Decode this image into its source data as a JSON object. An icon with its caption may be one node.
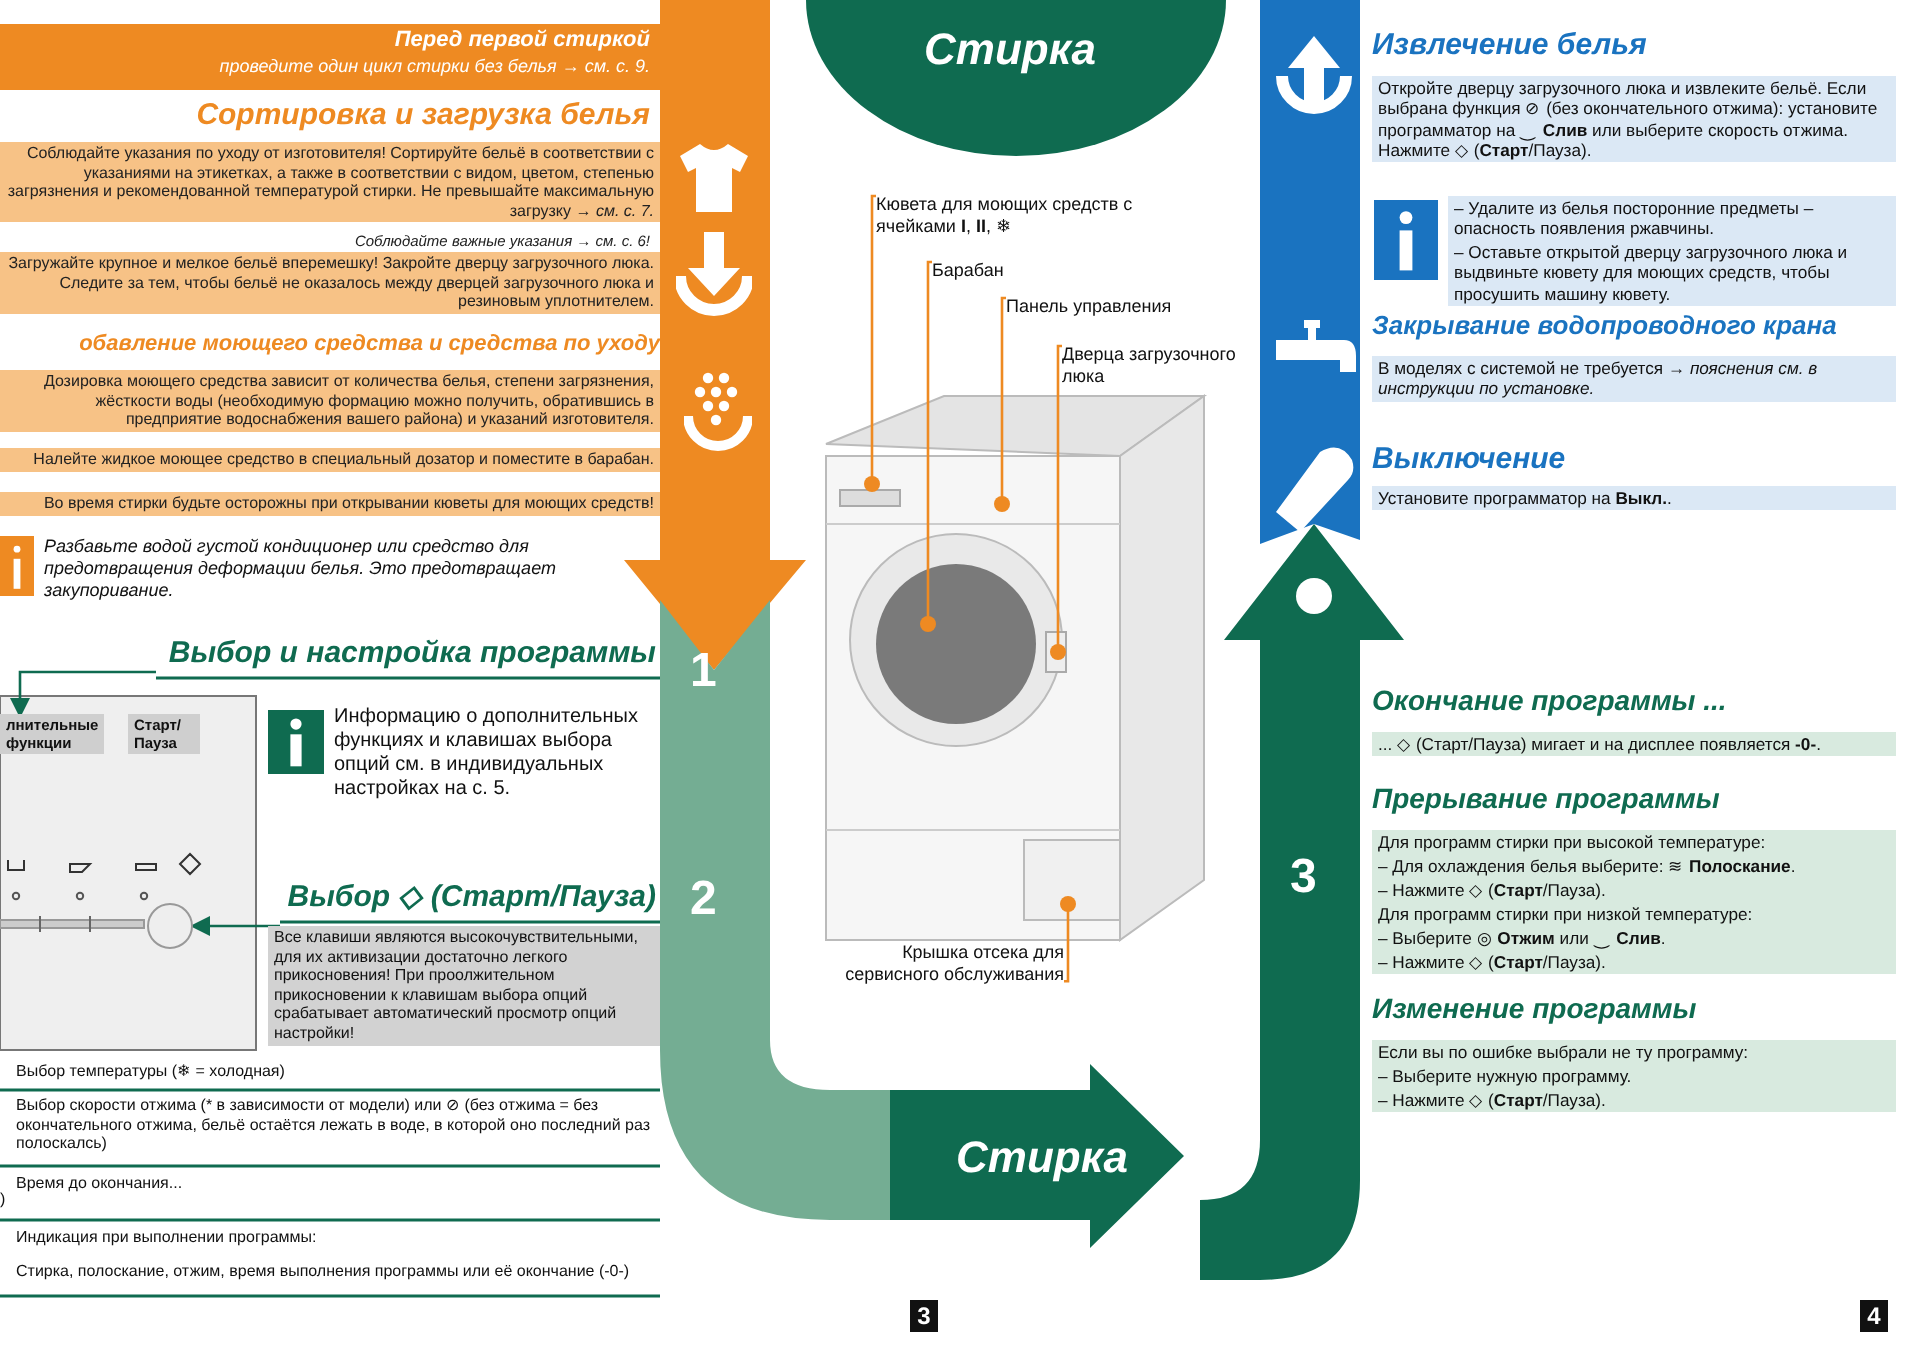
{
  "diagram": {
    "nodes": [
      {
        "text": [
          "Выбор и настройка программы"
        ]
      },
      {
        "text": [
          "Выбор ◇ (Старт/Пауза)"
        ]
      },
      {
        "text": [
          "Кювета для моющих средств с ячейками **I**, **II**, ❄"
        ]
      },
      {
        "text": [
          "Барабан"
        ]
      },
      {
        "text": [
          "Панель управления"
        ]
      },
      {
        "text": [
          "Дверца загрузочного люка"
        ]
      },
      {
        "text": [
          "Крышка отсека для сервисного обслуживания"
        ]
      },
      {
        "text": [
          "лнительные функции"
        ]
      },
      {
        "text": [
          "Старт/ Пауза"
        ]
      },
      {
        "text": [],
        "shape": "circle"
      }
    ],
    "edges": [
      {
        "from": 0,
        "to": 7,
        "arrow": "to",
        "color": "#0f6b50"
      },
      {
        "from": 1,
        "to": 9,
        "arrow": "to",
        "color": "#0f6b50"
      },
      {
        "from": 2,
        "to": null,
        "arrow": "other"
      },
      {
        "from": 3,
        "to": null,
        "arrow": "other"
      },
      {
        "from": 4,
        "to": null,
        "arrow": "other"
      },
      {
        "from": 5,
        "to": null,
        "arrow": "other"
      },
      {
        "from": 6,
        "to": null,
        "arrow": "other"
      }
    ],
    "labels": [
      "Перед первой стиркой",
      "проведите один цикл стирки без белья → см. с. 9.",
      "Сортировка и загрузка белья",
      "Соблюдайте указания по уходу от изготовителя! Сортируйте бельё в соответствии с указаниями на этикетках, а также в соответствии с видом, цветом, степенью загрязнения и рекомендованной температурой стирки. Не превышайте максимальную загрузку → *см. с. 7.*",
      "Соблюдайте важные указания → см. с. 6!",
      "Загружайте крупное и мелкое бельё вперемешку! Закройте дверцу загрузочного люка. Следите за тем, чтобы бельё не оказалось между дверцей загрузочного люка и резиновым уплотнителем.",
      "обавление моющего средства и средства по уходу",
      "Дозировка моющего средства зависит от количества белья, степени загрязнения, жёсткости воды (необходимую формацию можно получить, обратившись в предприятие водоснабжения вашего района) и указаний изготовителя.",
      "Налейте жидкое моющее средство в специальный дозатор и поместите в барабан.",
      "Во время стирки будьте осторожны при открывании кюветы для моющих средств!",
      "Разбавьте водой густой кондиционер или средство для предотвращения деформации белья. Это предотвращает закупоривание.",
      "1",
      "2",
      "Информацию о дополнительных функциях и клавишах выбора опций см. в индивидуальных настройках на с. 5.",
      "Все клавиши являются высокочувствительными, для их активизации достаточно легкого прикосновения! При проолжительном прикосновении к клавишам выбора опций срабатывает автоматический просмотр опций настройки!",
      "Выбор температуры (❄ = холодная)",
      "Выбор скорости отжима (* в зависимости от модели) или ⊘ (без отжима = без окончательного отжима, бельё остаётся лежать в воде, в которой оно последний раз полоскалсь)",
      ")",
      "Время до окончания...",
      "Индикация при выполнении программы:",
      "Стирка, полоскание, отжим, время выполнения программы или её окончание (-0-)",
      "Стирка",
      "Стирка",
      "3",
      "3",
      "Извлечение белья",
      "Откройте дверцу загрузочного люка и извлеките бельё. Если выбрана функция ⊘ (без окончательного отжима): установите программатор на ⏝ **Слив** или выберите скорость отжима. Нажмите ◇ (**Старт**/Пауза).",
      "– Удалите из белья посторонние предметы – опасность появления ржавчины.",
      "– Оставьте открытой дверцу загрузочного люка и выдвиньте кювету для моющих средств, чтобы просушить машину кювету.",
      "Закрывание водопроводного крана",
      "В моделях с системой не требуется → *пояснения см. в инструкции по установке.*",
      "Выключение",
      "Установите программатор на **Выкл.**.",
      "Окончание программы ...",
      "... ◇ (Старт/Пауза) мигает и на дисплее появляется **-0-**.",
      "Прерывание программы",
      "Для программ стирки при высокой температуре:",
      "– Для охлаждения белья выберите: ≋ **Полоскание**.",
      "– Нажмите ◇ (**Старт**/Пауза).",
      "Для программ стирки при низкой температуре:",
      "– Выберите ◎ **Отжим** или ⏝ **Слив**.",
      "– Нажмите ◇ (**Старт**/Пауза).",
      "Изменение программы",
      "Если вы по ошибке выбрали не ту программу:",
      "– Выберите нужную программу.",
      "– Нажмите ◇ (**Старт**/Пауза).",
      "4"
    ]
  }
}
